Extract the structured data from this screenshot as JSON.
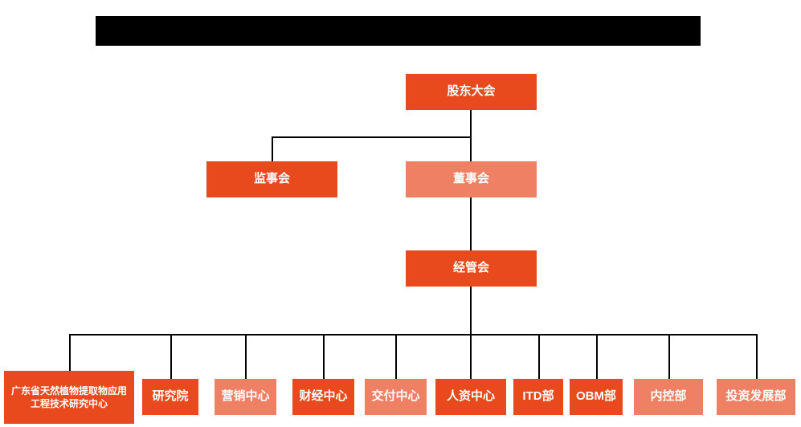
{
  "colors": {
    "primary": "#e84a1d",
    "secondary": "#ef8064",
    "line": "#000000",
    "title_bar": "#000000"
  },
  "org_chart": {
    "top": {
      "label": "股东大会"
    },
    "level2": [
      {
        "label": "监事会"
      },
      {
        "label": "董事会"
      }
    ],
    "level3": {
      "label": "经管会"
    },
    "departments": [
      {
        "label": "广东省天然植物提取物应用工程技术研究中心"
      },
      {
        "label": "研究院"
      },
      {
        "label": "营销中心"
      },
      {
        "label": "财经中心"
      },
      {
        "label": "交付中心"
      },
      {
        "label": "人资中心"
      },
      {
        "label": "ITD部"
      },
      {
        "label": "OBM部"
      },
      {
        "label": "内控部"
      },
      {
        "label": "投资发展部"
      }
    ]
  }
}
